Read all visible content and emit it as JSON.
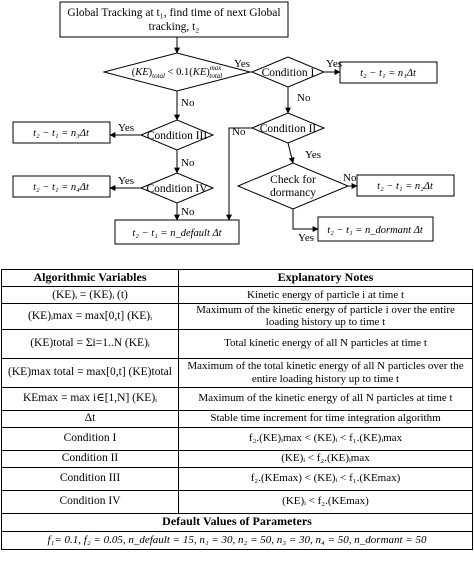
{
  "flowchart": {
    "start": [
      "Global Tracking at t₁, find time of next Global",
      "tracking, t₂"
    ],
    "decision_main": "(KE)total < 0.1(KE)max total",
    "condition_1": "Condition I",
    "condition_2": "Condition II",
    "condition_3": "Condition III",
    "condition_4": "Condition IV",
    "dormancy": [
      "Check for",
      "dormancy"
    ],
    "out_n1": "t₂ − t₁ = n₁Δt",
    "out_n2": "t₂ − t₁ = n₂Δt",
    "out_n3": "t₂ − t₁ = n₃Δt",
    "out_n4": "t₂ − t₁ = n₄Δt",
    "out_default": "t₂ − t₁ = n_default Δt",
    "out_dormant": "t₂ − t₁ = n_dormant Δt",
    "yes": "Yes",
    "no": "No"
  },
  "table": {
    "header_var": "Algorithmic Variables",
    "header_notes": "Explanatory Notes",
    "rows": [
      {
        "var": "(KE)ᵢ = (KE)ᵢ (t)",
        "note": "Kinetic energy of particle i at time t"
      },
      {
        "var": "(KE)ᵢmax = max[0,t] (KE)ᵢ",
        "note": "Maximum of the kinetic energy of particle i  over the entire loading history up to time t"
      },
      {
        "var": "(KE)total = Σi=1..N (KE)ᵢ",
        "note": "Total kinetic energy of all N particles at time t"
      },
      {
        "var": "(KE)max total = max[0,t] (KE)total",
        "note": "Maximum of the total kinetic energy of all N particles over the entire loading history up to time t"
      },
      {
        "var": "KEmax = max i∈[1,N] (KE)ᵢ",
        "note": "Maximum of the kinetic energy of all N particles at time t"
      },
      {
        "var": "Δt",
        "note": "Stable time increment for time integration algorithm"
      },
      {
        "var": "Condition I",
        "note": "f₂.(KE)ᵢmax < (KE)ᵢ < f₁.(KE)ᵢmax"
      },
      {
        "var": "Condition II",
        "note": "(KE)ᵢ < f₂.(KE)ᵢmax"
      },
      {
        "var": "Condition III",
        "note": "f₂.(KEmax) < (KE)ᵢ < f₁.(KEmax)"
      },
      {
        "var": "Condition IV",
        "note": "(KE)ᵢ < f₂.(KEmax)"
      }
    ],
    "default_title": "Default Values of Parameters",
    "default_values": "f₁= 0.1, f₂ = 0.05, n_default = 15, n₁ = 30, n₂ = 50, n₃ = 30, n₄ = 50, n_dormant = 50"
  }
}
